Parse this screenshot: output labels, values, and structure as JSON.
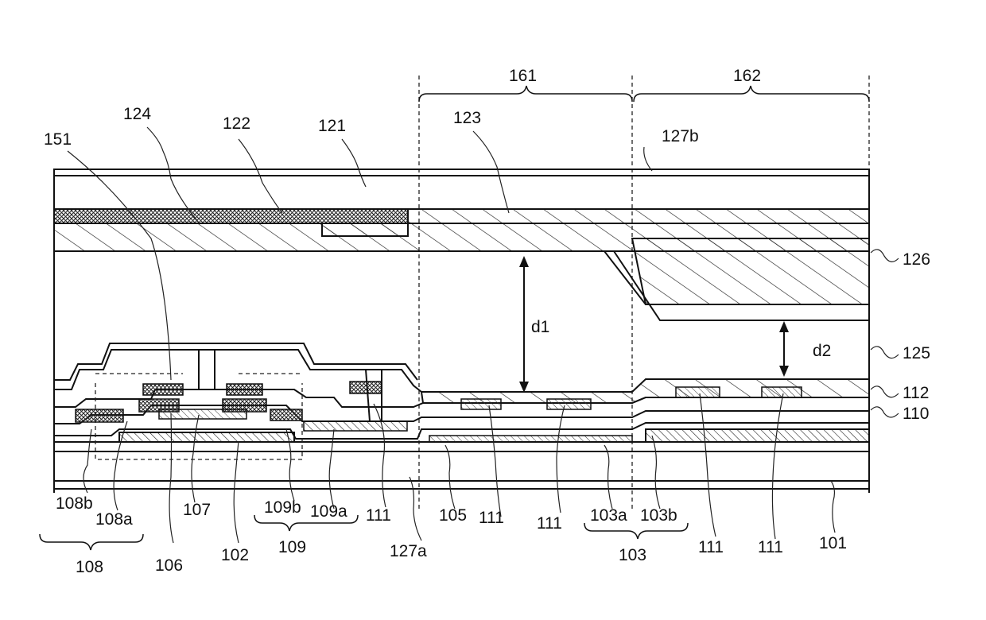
{
  "labels": {
    "l161": "161",
    "l162": "162",
    "l124": "124",
    "l122": "122",
    "l121": "121",
    "l123": "123",
    "l127b": "127b",
    "l151": "151",
    "l126": "126",
    "l125": "125",
    "l112": "112",
    "l110": "110",
    "d1": "d1",
    "d2": "d2",
    "l108b": "108b",
    "l108a": "108a",
    "l108": "108",
    "l107": "107",
    "l106": "106",
    "l102": "102",
    "l109b": "109b",
    "l109a": "109a",
    "l109": "109",
    "l111a": "111",
    "l127a": "127a",
    "l105": "105",
    "l111b": "111",
    "l111c": "111",
    "l103a": "103a",
    "l103b": "103b",
    "l103": "103",
    "l111d": "111",
    "l111e": "111",
    "l101": "101"
  },
  "colors": {
    "line": "#111111",
    "hatch": "#222222",
    "background": "#ffffff"
  }
}
